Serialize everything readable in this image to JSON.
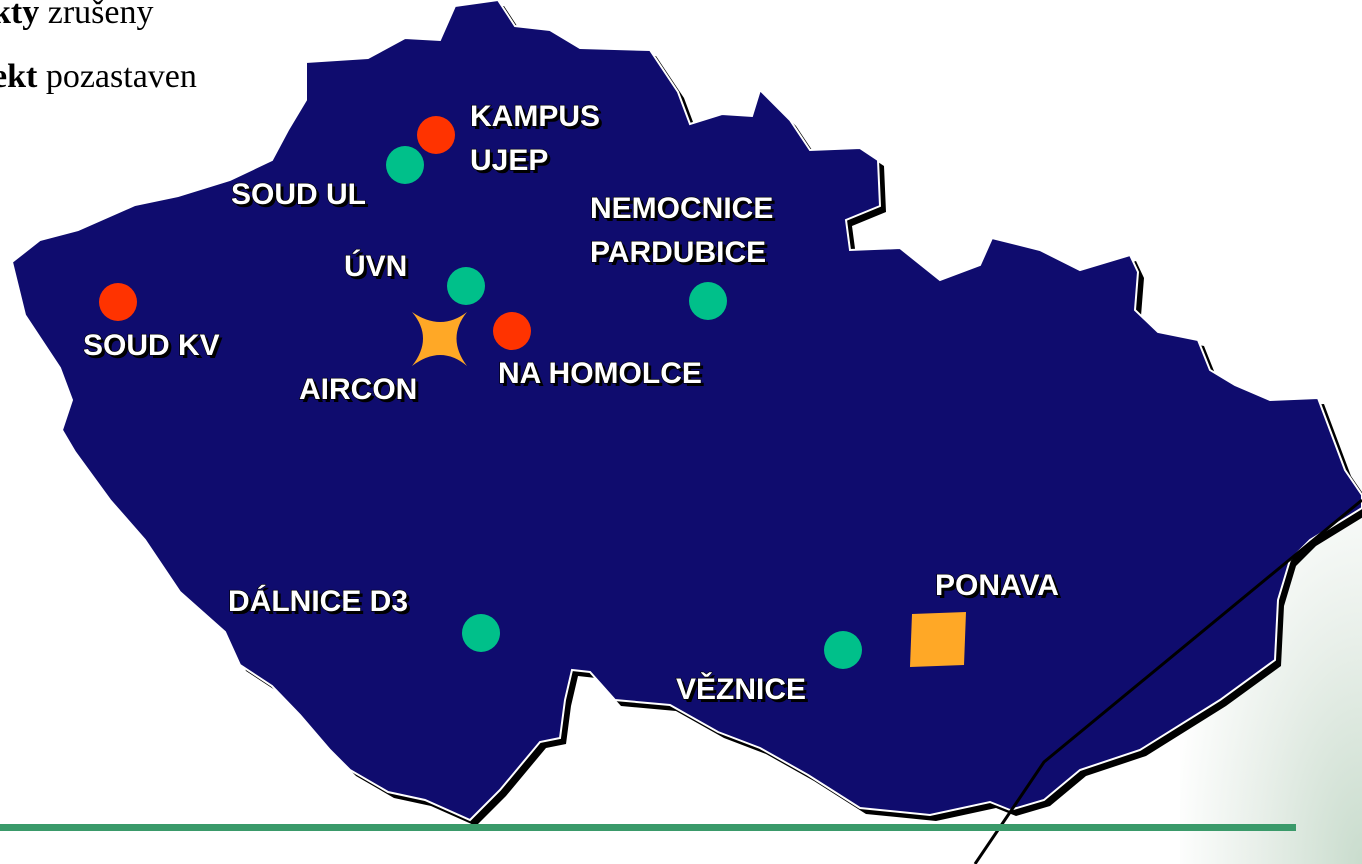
{
  "legend": {
    "line1_bold": "kty",
    "line1_text": " zrušeny",
    "line2_bold": "ekt",
    "line2_text": " pozastaven"
  },
  "colors": {
    "map_fill": "#0f0c6e",
    "active_marker": "#00c08a",
    "cancelled_marker": "#ff3300",
    "suspended_marker": "#ffa826",
    "divider": "#3a9a6a"
  },
  "locations": [
    {
      "id": "kampus-ujep",
      "label_lines": [
        "KAMPUS",
        "UJEP"
      ],
      "status": "cancelled",
      "marker": "circle"
    },
    {
      "id": "soud-ul",
      "label_lines": [
        "SOUD UL"
      ],
      "status": "active",
      "marker": "circle"
    },
    {
      "id": "nemocnice-pardubice",
      "label_lines": [
        "NEMOCNICE",
        "PARDUBICE"
      ],
      "status": "active",
      "marker": "circle"
    },
    {
      "id": "uvn",
      "label_lines": [
        "ÚVN"
      ],
      "status": "active",
      "marker": "circle"
    },
    {
      "id": "soud-kv",
      "label_lines": [
        "SOUD KV"
      ],
      "status": "cancelled",
      "marker": "circle"
    },
    {
      "id": "aircon",
      "label_lines": [
        "AIRCON"
      ],
      "status": "suspended",
      "marker": "star"
    },
    {
      "id": "na-homolce",
      "label_lines": [
        "NA HOMOLCE"
      ],
      "status": "cancelled",
      "marker": "circle"
    },
    {
      "id": "dalnice-d3",
      "label_lines": [
        "DÁLNICE D3"
      ],
      "status": "active",
      "marker": "circle"
    },
    {
      "id": "ponava",
      "label_lines": [
        "PONAVA"
      ],
      "status": "suspended",
      "marker": "square"
    },
    {
      "id": "veznice",
      "label_lines": [
        "VĚZNICE"
      ],
      "status": "active",
      "marker": "circle"
    }
  ]
}
